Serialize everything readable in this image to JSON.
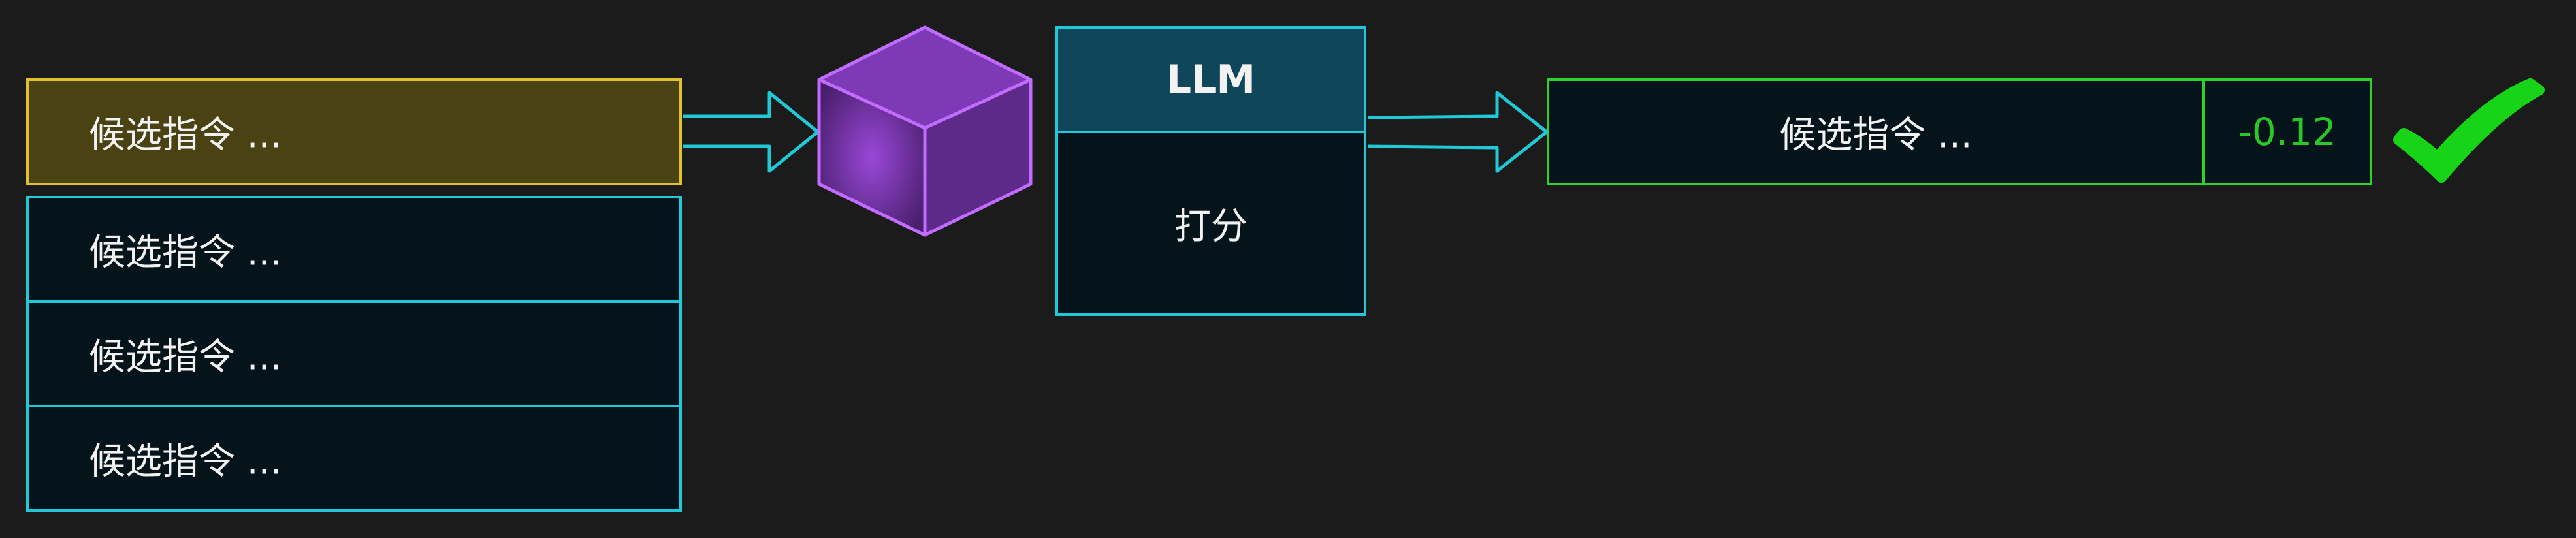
{
  "candidates": [
    {
      "label": "候选指令 ..."
    },
    {
      "label": "候选指令 ..."
    },
    {
      "label": "候选指令 ..."
    },
    {
      "label": "候选指令 ..."
    }
  ],
  "llm": {
    "title": "LLM",
    "action": "打分"
  },
  "result": {
    "label": "候选指令 ...",
    "score": "-0.12"
  },
  "colors": {
    "background": "#1b1b1b",
    "cyan_border": "#21c8d8",
    "highlight_fill": "#4a4212",
    "highlight_border": "#e0c02b",
    "cube_purple": "#a855f7",
    "result_green": "#2bd32b",
    "check_green": "#18d418"
  },
  "icons": {
    "model": "cube-icon",
    "arrow": "right-arrow-icon",
    "status": "checkmark-icon"
  }
}
